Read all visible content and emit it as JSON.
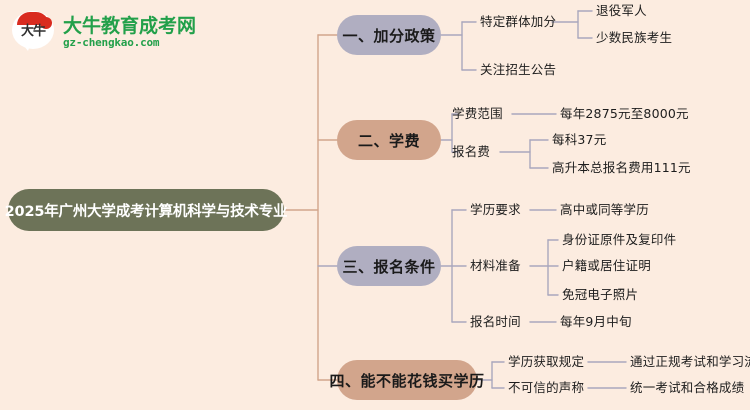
{
  "page": {
    "background_color": "#fcece0",
    "title_node_color": "#6d7358",
    "branch_purple_color": "#b0aec1",
    "branch_tan_color": "#d2a58c",
    "connector_purple": "#a9a7bd",
    "connector_tan": "#d2a58c"
  },
  "logo": {
    "mark_text": "大牛",
    "name_cn": "大牛教育成考网",
    "name_en": "gz-chengkao.com",
    "brand_color": "#22a04a",
    "accent_color": "#d92b1f"
  },
  "mindmap": {
    "root": "2025年广州大学成考计算机科学与技术专业",
    "branches": [
      {
        "label": "一、加分政策",
        "style": "purple",
        "children": [
          {
            "label": "特定群体加分",
            "children": [
              {
                "label": "退役军人"
              },
              {
                "label": "少数民族考生"
              }
            ]
          },
          {
            "label": "关注招生公告",
            "children": []
          }
        ]
      },
      {
        "label": "二、学费",
        "style": "tan",
        "children": [
          {
            "label": "学费范围",
            "children": [
              {
                "label": "每年2875元至8000元"
              }
            ]
          },
          {
            "label": "报名费",
            "children": [
              {
                "label": "每科37元"
              },
              {
                "label": "高升本总报名费用111元"
              }
            ]
          }
        ]
      },
      {
        "label": "三、报名条件",
        "style": "purple",
        "children": [
          {
            "label": "学历要求",
            "children": [
              {
                "label": "高中或同等学历"
              }
            ]
          },
          {
            "label": "材料准备",
            "children": [
              {
                "label": "身份证原件及复印件"
              },
              {
                "label": "户籍或居住证明"
              },
              {
                "label": "免冠电子照片"
              }
            ]
          },
          {
            "label": "报名时间",
            "children": [
              {
                "label": "每年9月中旬"
              }
            ]
          }
        ]
      },
      {
        "label": "四、能不能花钱买学历",
        "style": "tan",
        "children": [
          {
            "label": "学历获取规定",
            "children": [
              {
                "label": "通过正规考试和学习流程"
              }
            ]
          },
          {
            "label": "不可信的声称",
            "children": [
              {
                "label": "统一考试和合格成绩"
              }
            ]
          }
        ]
      }
    ]
  }
}
